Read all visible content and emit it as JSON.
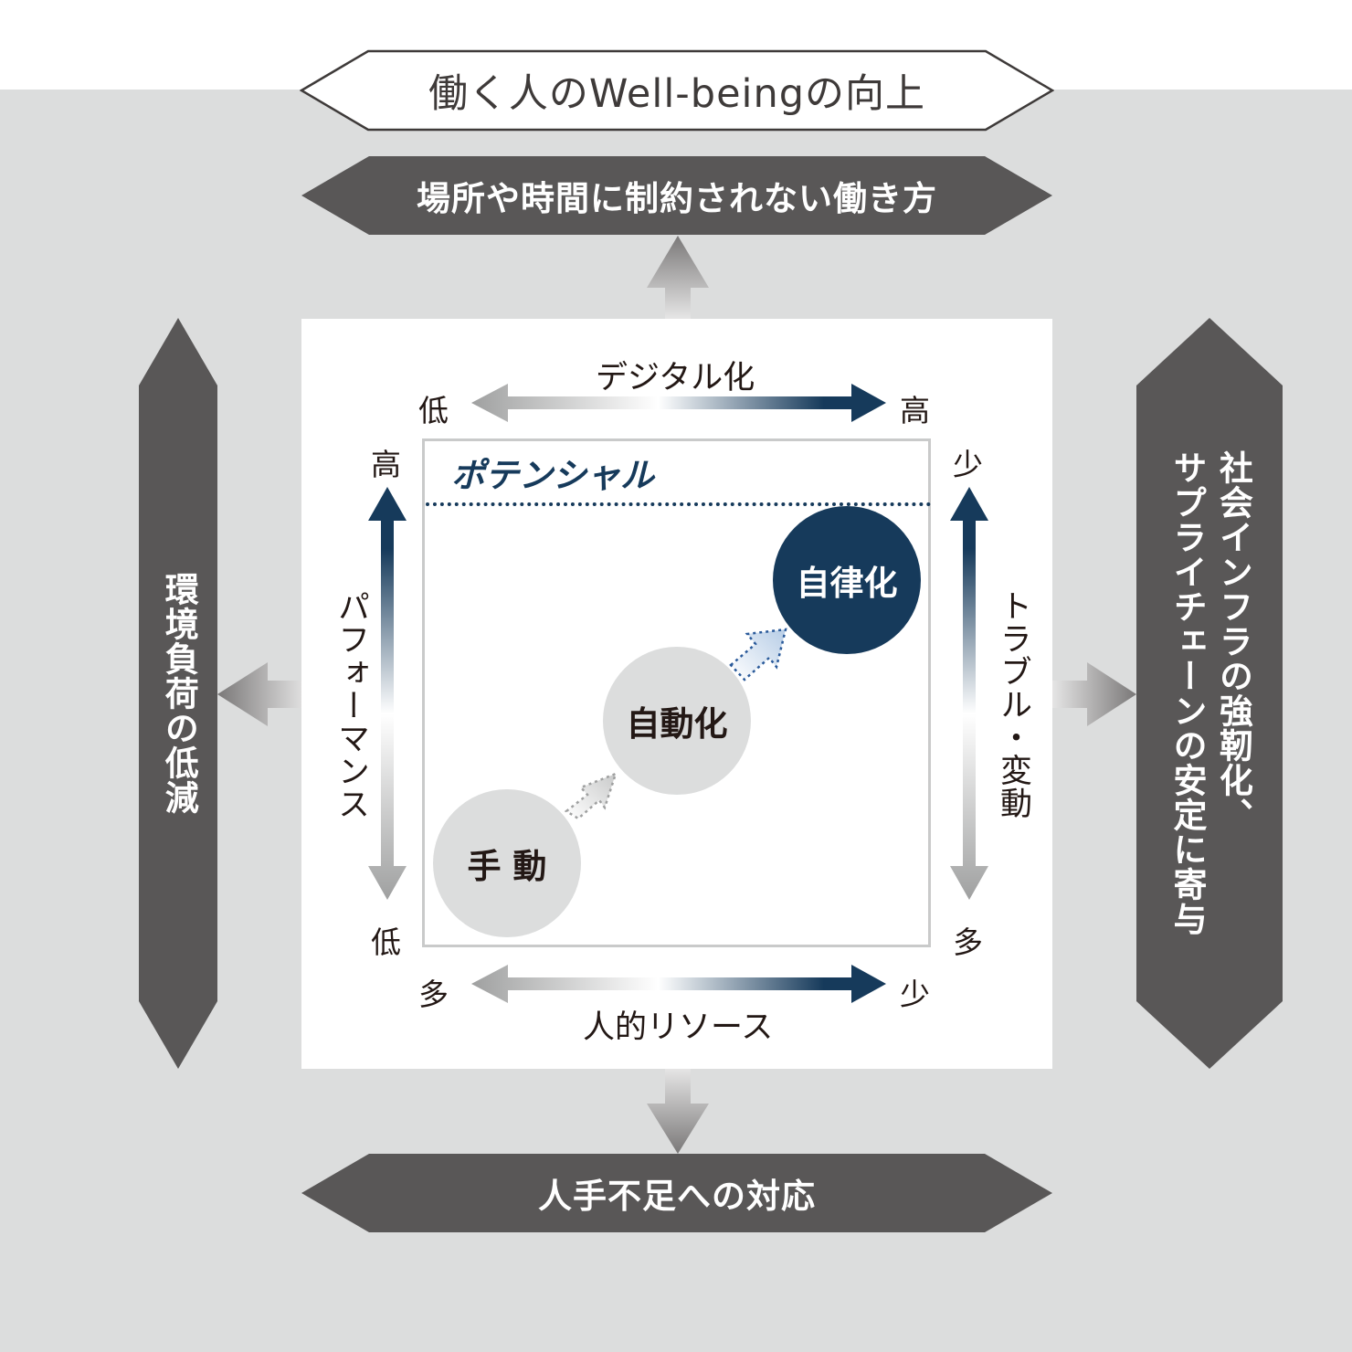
{
  "top_outline": {
    "label": "働く人のWell-beingの向上"
  },
  "top_bar": {
    "label": "場所や時間に制約されない働き方"
  },
  "bottom_bar": {
    "label": "人手不足への対応"
  },
  "left_bar": {
    "label": "環境負荷の低減"
  },
  "right_bar": {
    "line1": "社会インフラの強靭化、",
    "line2": "サプライチェーンの安定に寄与"
  },
  "axes": {
    "digital": {
      "title": "デジタル化",
      "low": "低",
      "high": "高"
    },
    "resources": {
      "title": "人的リソース",
      "many": "多",
      "few": "少"
    },
    "performance": {
      "title": "パフォーマンス",
      "high": "高",
      "low": "低"
    },
    "trouble": {
      "title": "トラブル・変動",
      "few": "少",
      "many": "多"
    }
  },
  "potential_label": "ポテンシャル",
  "stages": [
    {
      "label": "手 動"
    },
    {
      "label": "自動化"
    },
    {
      "label": "自律化"
    }
  ],
  "colors": {
    "dark_bar": "#595757",
    "navy": "#163a5b",
    "light_gray_bg": "#dcdddd",
    "circle_gray": "#dcdddd"
  }
}
